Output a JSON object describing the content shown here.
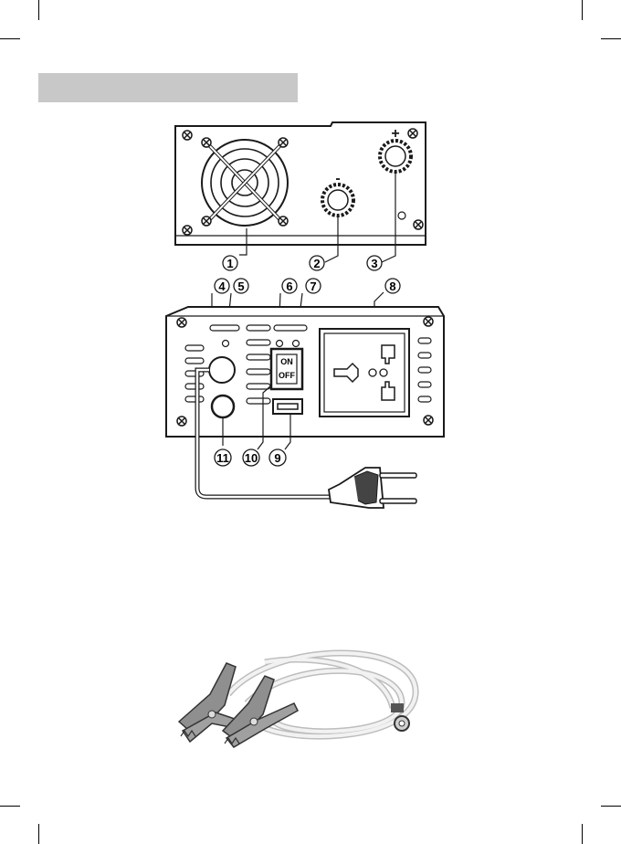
{
  "section": {
    "title": ""
  },
  "front_panel": {
    "callouts": [
      "1",
      "2",
      "3"
    ],
    "terminal_negative": "-",
    "terminal_positive": "+"
  },
  "rear_panel": {
    "callouts": [
      "4",
      "5",
      "6",
      "7",
      "8",
      "9",
      "10",
      "11"
    ],
    "switch_on": "ON",
    "switch_off": "OFF"
  },
  "colors": {
    "line": "#1a1a1a",
    "section_bar": "#c8c8c8",
    "cable": "#e6e6e6",
    "clamp": "#8f8f8f"
  }
}
